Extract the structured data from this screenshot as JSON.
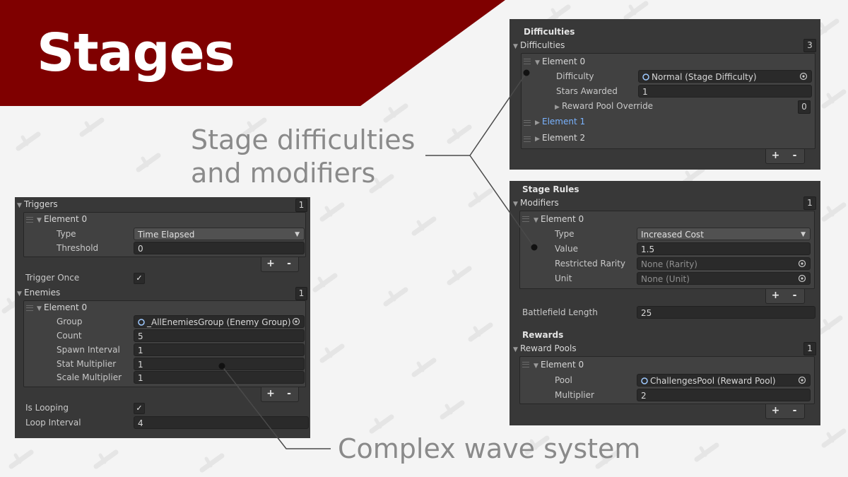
{
  "slide": {
    "title": "Stages",
    "callout_difficulties": "Stage difficulties\nand modifiers",
    "callout_waves": "Complex wave system",
    "colors": {
      "banner": "#7f0000",
      "panel": "#383838",
      "callout_text": "#8a8a8a",
      "link_element": "#7ab3ff"
    }
  },
  "waves_panel": {
    "triggers": {
      "label": "Triggers",
      "count": "1",
      "element_label": "Element 0",
      "type_label": "Type",
      "type_value": "Time Elapsed",
      "threshold_label": "Threshold",
      "threshold_value": "0"
    },
    "trigger_once": {
      "label": "Trigger Once",
      "checked": "✓"
    },
    "enemies": {
      "label": "Enemies",
      "count": "1",
      "element_label": "Element 0",
      "group_label": "Group",
      "group_value": "_AllEnemiesGroup (Enemy Group)",
      "count_label": "Count",
      "count_value": "5",
      "spawn_interval_label": "Spawn Interval",
      "spawn_interval_value": "1",
      "stat_multiplier_label": "Stat Multiplier",
      "stat_multiplier_value": "1",
      "scale_multiplier_label": "Scale Multiplier",
      "scale_multiplier_value": "1"
    },
    "is_looping": {
      "label": "Is Looping",
      "checked": "✓"
    },
    "loop_interval": {
      "label": "Loop Interval",
      "value": "4"
    },
    "add_label": "+",
    "remove_label": "-"
  },
  "difficulties_panel": {
    "header": "Difficulties",
    "list_label": "Difficulties",
    "count": "3",
    "elements": [
      "Element 0",
      "Element 1",
      "Element 2"
    ],
    "difficulty_label": "Difficulty",
    "difficulty_value": "Normal (Stage Difficulty)",
    "stars_label": "Stars Awarded",
    "stars_value": "1",
    "reward_override_label": "Reward Pool Override",
    "reward_override_count": "0",
    "add_label": "+",
    "remove_label": "-"
  },
  "rules_panel": {
    "header": "Stage Rules",
    "modifiers_label": "Modifiers",
    "modifiers_count": "1",
    "element_label": "Element 0",
    "type_label": "Type",
    "type_value": "Increased Cost",
    "value_label": "Value",
    "value_value": "1.5",
    "rarity_label": "Restricted Rarity",
    "rarity_value": "None (Rarity)",
    "unit_label": "Unit",
    "unit_value": "None (Unit)",
    "battlefield_label": "Battlefield Length",
    "battlefield_value": "25",
    "rewards_header": "Rewards",
    "reward_pools_label": "Reward Pools",
    "reward_pools_count": "1",
    "reward_element_label": "Element 0",
    "pool_label": "Pool",
    "pool_value": "ChallengesPool (Reward Pool)",
    "multiplier_label": "Multiplier",
    "multiplier_value": "2",
    "add_label": "+",
    "remove_label": "-"
  }
}
